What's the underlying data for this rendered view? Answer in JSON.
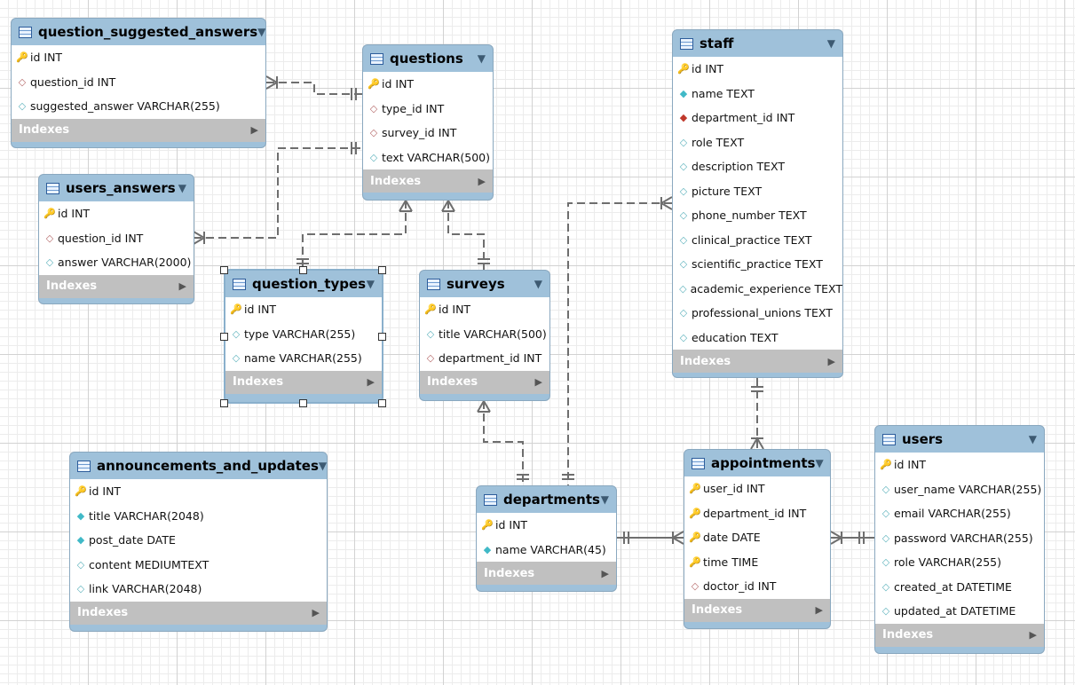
{
  "tables": {
    "question_suggested_answers": {
      "name": "question_suggested_answers",
      "indexes_label": "Indexes",
      "columns": [
        {
          "icon": "primary-key-icon",
          "text": "id INT"
        },
        {
          "icon": "foreign-key-diamond-icon",
          "text": "question_id INT"
        },
        {
          "icon": "column-diamond-icon",
          "text": "suggested_answer VARCHAR(255)"
        }
      ]
    },
    "questions": {
      "name": "questions",
      "indexes_label": "Indexes",
      "columns": [
        {
          "icon": "primary-key-icon",
          "text": "id INT"
        },
        {
          "icon": "foreign-key-diamond-icon",
          "text": "type_id INT"
        },
        {
          "icon": "foreign-key-diamond-icon",
          "text": "survey_id INT"
        },
        {
          "icon": "column-diamond-icon",
          "text": "text VARCHAR(500)"
        }
      ]
    },
    "users_answers": {
      "name": "users_answers",
      "indexes_label": "Indexes",
      "columns": [
        {
          "icon": "primary-key-icon",
          "text": "id INT"
        },
        {
          "icon": "foreign-key-diamond-icon",
          "text": "question_id INT"
        },
        {
          "icon": "column-diamond-icon",
          "text": "answer VARCHAR(2000)"
        }
      ]
    },
    "question_types": {
      "name": "question_types",
      "indexes_label": "Indexes",
      "columns": [
        {
          "icon": "primary-key-icon",
          "text": "id INT"
        },
        {
          "icon": "column-diamond-icon",
          "text": "type VARCHAR(255)"
        },
        {
          "icon": "column-diamond-icon",
          "text": "name VARCHAR(255)"
        }
      ]
    },
    "surveys": {
      "name": "surveys",
      "indexes_label": "Indexes",
      "columns": [
        {
          "icon": "primary-key-icon",
          "text": "id INT"
        },
        {
          "icon": "column-diamond-icon",
          "text": "title VARCHAR(500)"
        },
        {
          "icon": "foreign-key-diamond-icon",
          "text": "department_id INT"
        }
      ]
    },
    "staff": {
      "name": "staff",
      "indexes_label": "Indexes",
      "columns": [
        {
          "icon": "primary-key-icon",
          "text": "id INT"
        },
        {
          "icon": "not-null-diamond-icon",
          "text": "name TEXT"
        },
        {
          "icon": "foreign-key-filled-diamond-icon",
          "text": "department_id INT"
        },
        {
          "icon": "column-diamond-icon",
          "text": "role TEXT"
        },
        {
          "icon": "column-diamond-icon",
          "text": "description TEXT"
        },
        {
          "icon": "column-diamond-icon",
          "text": "picture TEXT"
        },
        {
          "icon": "column-diamond-icon",
          "text": "phone_number TEXT"
        },
        {
          "icon": "column-diamond-icon",
          "text": "clinical_practice TEXT"
        },
        {
          "icon": "column-diamond-icon",
          "text": "scientific_practice TEXT"
        },
        {
          "icon": "column-diamond-icon",
          "text": "academic_experience TEXT"
        },
        {
          "icon": "column-diamond-icon",
          "text": "professional_unions TEXT"
        },
        {
          "icon": "column-diamond-icon",
          "text": "education TEXT"
        }
      ]
    },
    "announcements_and_updates": {
      "name": "announcements_and_updates",
      "indexes_label": "Indexes",
      "columns": [
        {
          "icon": "primary-key-icon",
          "text": "id INT"
        },
        {
          "icon": "not-null-diamond-icon",
          "text": "title VARCHAR(2048)"
        },
        {
          "icon": "not-null-diamond-icon",
          "text": "post_date DATE"
        },
        {
          "icon": "column-diamond-icon",
          "text": "content MEDIUMTEXT"
        },
        {
          "icon": "column-diamond-icon",
          "text": "link VARCHAR(2048)"
        }
      ]
    },
    "departments": {
      "name": "departments",
      "indexes_label": "Indexes",
      "columns": [
        {
          "icon": "primary-key-icon",
          "text": "id INT"
        },
        {
          "icon": "not-null-diamond-icon",
          "text": "name VARCHAR(45)"
        }
      ]
    },
    "appointments": {
      "name": "appointments",
      "indexes_label": "Indexes",
      "columns": [
        {
          "icon": "foreign-primary-key-icon",
          "text": "user_id INT"
        },
        {
          "icon": "foreign-primary-key-icon",
          "text": "department_id INT"
        },
        {
          "icon": "primary-key-icon",
          "text": "date DATE"
        },
        {
          "icon": "primary-key-icon",
          "text": "time TIME"
        },
        {
          "icon": "foreign-key-diamond-icon",
          "text": "doctor_id INT"
        }
      ]
    },
    "users": {
      "name": "users",
      "indexes_label": "Indexes",
      "columns": [
        {
          "icon": "primary-key-icon",
          "text": "id INT"
        },
        {
          "icon": "column-diamond-icon",
          "text": "user_name VARCHAR(255)"
        },
        {
          "icon": "column-diamond-icon",
          "text": "email VARCHAR(255)"
        },
        {
          "icon": "column-diamond-icon",
          "text": "password VARCHAR(255)"
        },
        {
          "icon": "column-diamond-icon",
          "text": "role VARCHAR(255)"
        },
        {
          "icon": "column-diamond-icon",
          "text": "created_at DATETIME"
        },
        {
          "icon": "column-diamond-icon",
          "text": "updated_at DATETIME"
        }
      ]
    }
  },
  "selected_table": "question_types",
  "colors": {
    "header": "#9fc1da",
    "indexes_bar": "#c0c0c0",
    "relationship_line": "#6e6e6e",
    "primary_key": "#e6b800",
    "foreign_key": "#c0392b",
    "not_null": "#40b9c7"
  }
}
